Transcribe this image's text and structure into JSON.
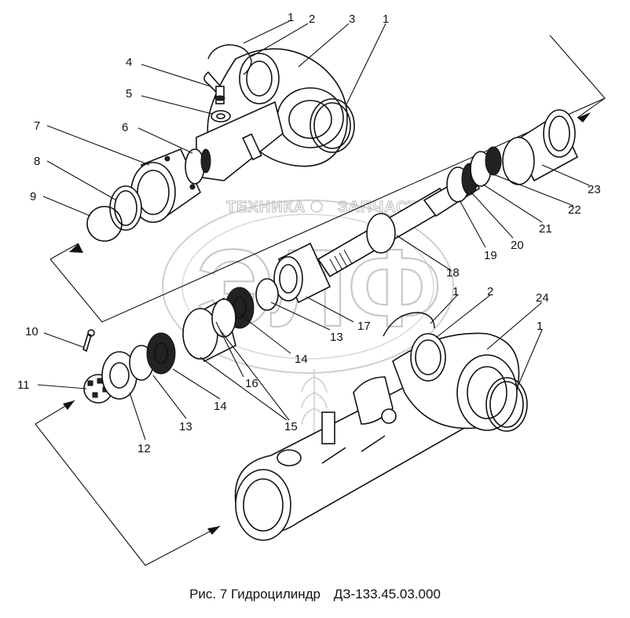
{
  "caption": {
    "figure": "Рис. 7 Гидроцилиндр",
    "code": "ДЗ-133.45.03.000"
  },
  "watermark": {
    "left_word": "ТЕХНИКА",
    "right_word": "ЗАПЧАСТИ",
    "big": "ЭЛФ"
  },
  "labels": [
    {
      "id": "1"
    },
    {
      "id": "2"
    },
    {
      "id": "3"
    },
    {
      "id": "4"
    },
    {
      "id": "5"
    },
    {
      "id": "6"
    },
    {
      "id": "7"
    },
    {
      "id": "8"
    },
    {
      "id": "9"
    },
    {
      "id": "10"
    },
    {
      "id": "11"
    },
    {
      "id": "12"
    },
    {
      "id": "13"
    },
    {
      "id": "14"
    },
    {
      "id": "15"
    },
    {
      "id": "16"
    },
    {
      "id": "17"
    },
    {
      "id": "18"
    },
    {
      "id": "19"
    },
    {
      "id": "20"
    },
    {
      "id": "21"
    },
    {
      "id": "22"
    },
    {
      "id": "23"
    },
    {
      "id": "24"
    }
  ],
  "label_text": {
    "n1": "1",
    "n2": "2",
    "n3": "3",
    "n4": "4",
    "n5": "5",
    "n6": "6",
    "n7": "7",
    "n8": "8",
    "n9": "9",
    "n10": "10",
    "n11": "11",
    "n12": "12",
    "n13": "13",
    "n14": "14",
    "n15": "15",
    "n16": "16",
    "n17": "17",
    "n18": "18",
    "n19": "19",
    "n20": "20",
    "n21": "21",
    "n22": "22",
    "n23": "23",
    "n24": "24"
  }
}
